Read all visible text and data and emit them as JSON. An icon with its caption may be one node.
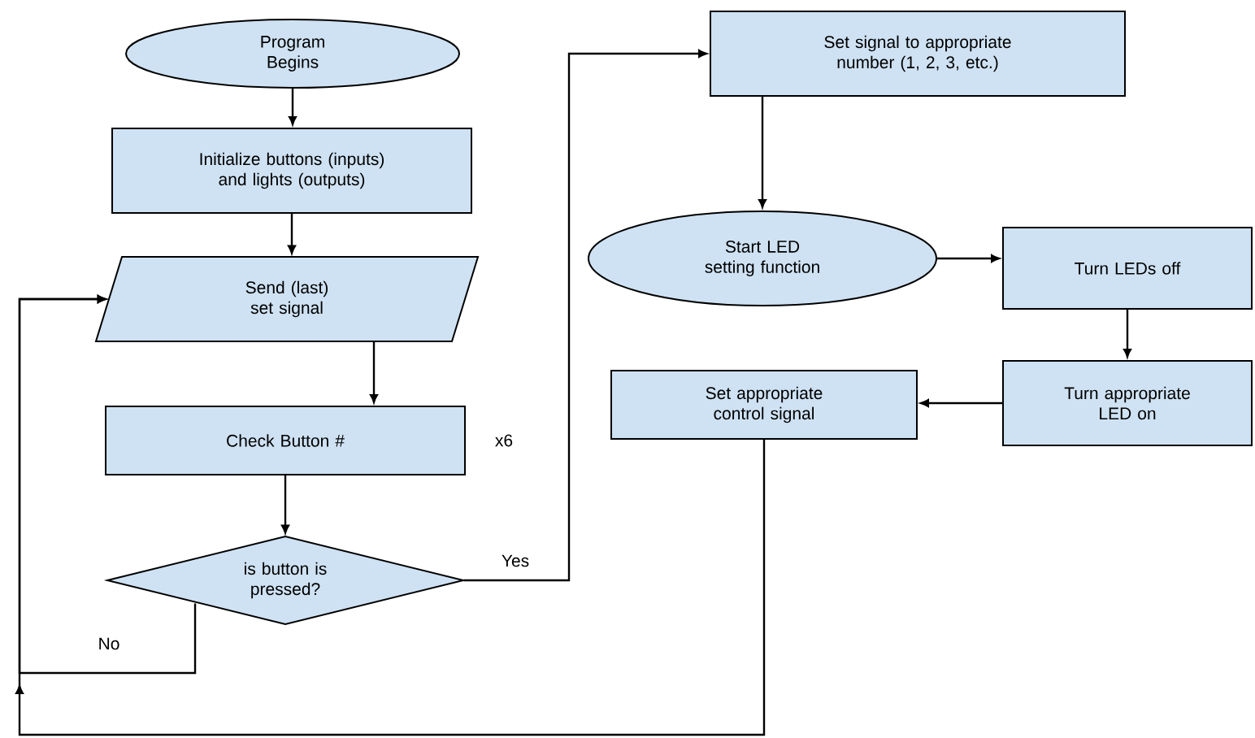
{
  "diagram": {
    "nodes": [
      {
        "text": [
          "Program Begins"
        ]
      },
      {
        "text": [
          "Initialize buttons (inputs) and lights (outputs)"
        ]
      },
      {
        "text": [
          "Send (last) set signal"
        ]
      },
      {
        "text": [
          "Check Button #"
        ],
        "beside": [
          "x6"
        ]
      },
      {
        "text": [
          "is button is pressed?"
        ]
      },
      {
        "text": [
          "Set signal to appropriate number (1, 2, 3, etc.)"
        ]
      },
      {
        "text": [
          "Start LED setting function"
        ]
      },
      {
        "text": [
          "Turn LEDs off"
        ]
      },
      {
        "text": [
          "Turn appropriate LED on"
        ]
      },
      {
        "text": [
          "Set appropriate control signal"
        ]
      }
    ],
    "edges": [
      {
        "from": 0,
        "to": 1,
        "arrow": "to"
      },
      {
        "from": 1,
        "to": 2,
        "arrow": "to"
      },
      {
        "from": 2,
        "to": 3,
        "arrow": "to"
      },
      {
        "from": 3,
        "to": 4,
        "arrow": "to"
      },
      {
        "from": 4,
        "to": 5,
        "arrow": "to",
        "label": "Yes"
      },
      {
        "from": 5,
        "to": 6,
        "arrow": "to"
      },
      {
        "from": 6,
        "to": 7,
        "arrow": "to"
      },
      {
        "from": 7,
        "to": 8,
        "arrow": "to"
      },
      {
        "from": 8,
        "to": 9,
        "arrow": "to"
      },
      {
        "from": 9,
        "to": 2,
        "arrow": "to"
      },
      {
        "from": 4,
        "to": 2,
        "arrow": "to",
        "label": "No"
      }
    ]
  }
}
